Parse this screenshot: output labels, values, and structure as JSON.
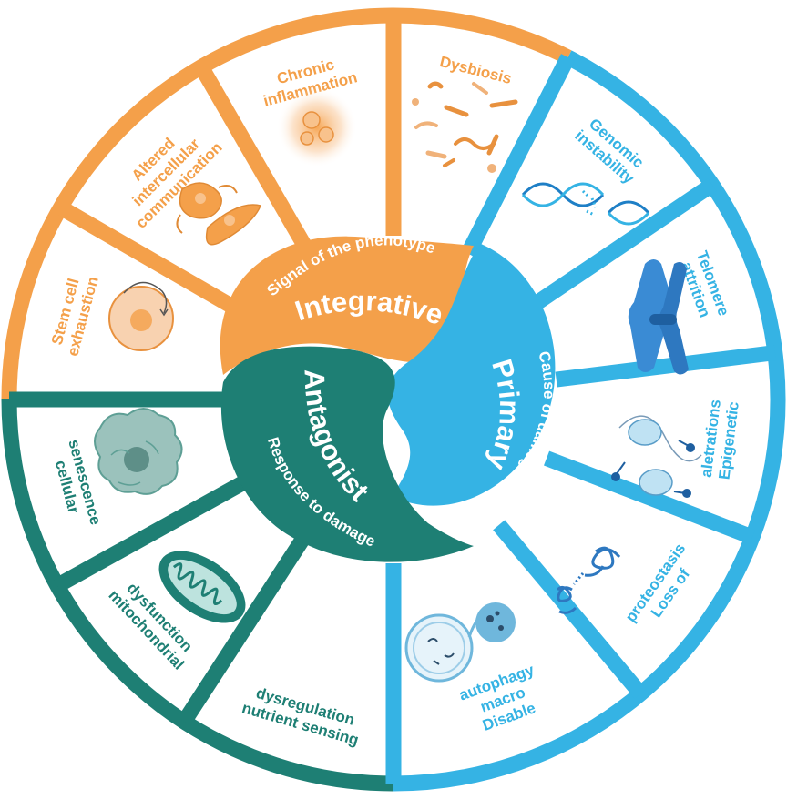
{
  "colors": {
    "integrative": "#F4A04A",
    "primary": "#35B3E4",
    "antagonist": "#1E7F74"
  },
  "center": {
    "integrative": {
      "title": "Integrative",
      "subtitle": "Signal of the phenotype"
    },
    "primary": {
      "title": "Primary",
      "subtitle": "Cause of damage"
    },
    "antagonist": {
      "title": "Antagonist",
      "subtitle": "Response to damage"
    }
  },
  "hallmarks": {
    "chronic_inflammation": [
      "Chronic",
      "inflammation"
    ],
    "dysbiosis": [
      "Dysbiosis"
    ],
    "genomic_instability": [
      "Genomic",
      "instability"
    ],
    "telomere_attrition": [
      "Telomere",
      "attrition"
    ],
    "epigenetic_alterations": [
      "Epigenetic",
      "aletrations"
    ],
    "loss_of_proteostasis": [
      "Loss of",
      "proteostasis"
    ],
    "disable_macroautophagy": [
      "Disable",
      "macro",
      "autophagy"
    ],
    "nutrient_sensing": [
      "nutrient sensing",
      "dysregulation"
    ],
    "mitochondrial_dysfunction": [
      "mitochondrial",
      "dysfunction"
    ],
    "cellular_senescence": [
      "cellular",
      "senescence"
    ],
    "stem_cell_exhaustion": [
      "Stem cell",
      "exhaustion"
    ],
    "altered_communication": [
      "Altered",
      "intercellular",
      "communication"
    ]
  },
  "icons": {
    "chronic_inflammation": "inflammation-icon",
    "dysbiosis": "bacteria-icon",
    "genomic_instability": "dna-helix-icon",
    "telomere_attrition": "chromosome-icon",
    "epigenetic_alterations": "nucleosome-icon",
    "loss_of_proteostasis": "protein-icon",
    "disable_macroautophagy": "autophagosome-icon",
    "nutrient_sensing": "none",
    "mitochondrial_dysfunction": "mitochondrion-icon",
    "cellular_senescence": "senescent-cell-icon",
    "stem_cell_exhaustion": "stem-cell-icon",
    "altered_communication": "communicating-cells-icon"
  }
}
